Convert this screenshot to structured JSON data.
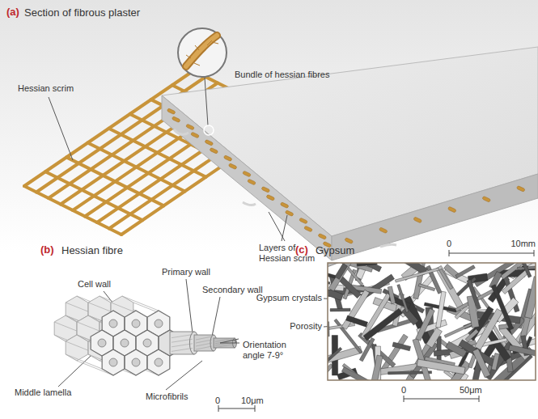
{
  "diagram": {
    "labels": [
      "(a)",
      "Section of fibrous plaster",
      "Hessian scrim",
      "Bundle of hessian fibres",
      "Layers of Hessian scrim",
      "0",
      "10mm",
      "(b)",
      "Hessian fibre",
      "Primary wall",
      "Secondary wall",
      "Cell wall",
      "Orientation angle 7-9°",
      "Middle lamella",
      "Microfibrils",
      "0",
      "10μm",
      "(c)",
      "Gypsum",
      "Gypsum crystals",
      "Porosity",
      "0",
      "50μm"
    ]
  }
}
